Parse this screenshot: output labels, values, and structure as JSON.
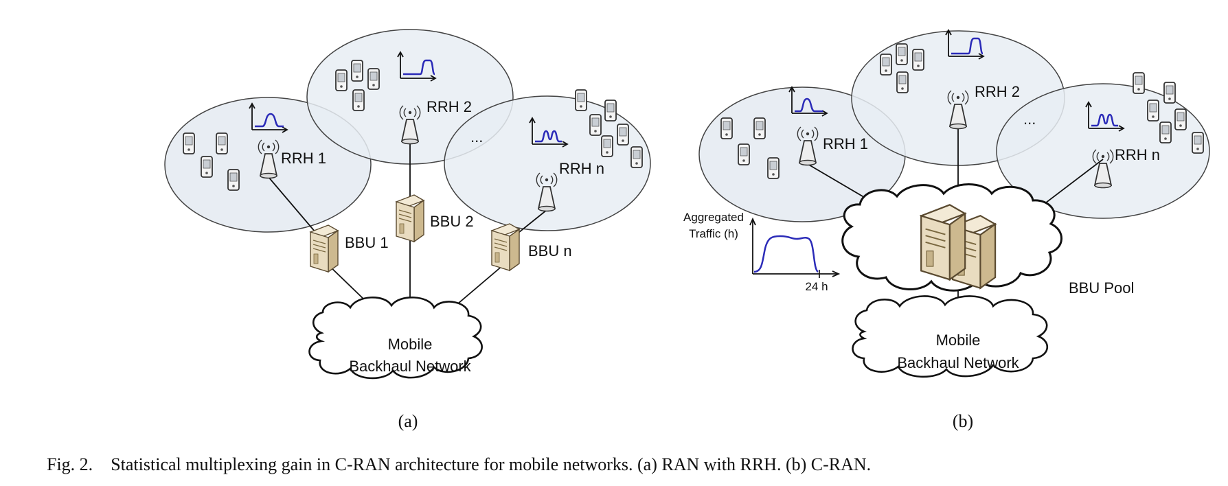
{
  "panel_a": {
    "sublabel": "(a)",
    "rrh_labels": [
      "RRH 1",
      "RRH 2",
      "RRH n"
    ],
    "ellipsis": "...",
    "bbu_labels": [
      "BBU 1",
      "BBU 2",
      "BBU n"
    ],
    "cloud_line1": "Mobile",
    "cloud_line2": "Backhaul Network"
  },
  "panel_b": {
    "sublabel": "(b)",
    "rrh_labels": [
      "RRH 1",
      "RRH 2",
      "RRH n"
    ],
    "ellipsis": "...",
    "pool_label": "BBU Pool",
    "cloud_line1": "Mobile",
    "cloud_line2": "Backhaul Network",
    "traffic_title_line1": "Aggregated",
    "traffic_title_line2": "Traffic (h)",
    "traffic_xlabel": "24 h"
  },
  "caption": {
    "label": "Fig. 2.",
    "text": "Statistical multiplexing gain in C-RAN architecture for mobile networks. (a) RAN with RRH. (b) C-RAN."
  },
  "colors": {
    "cell_fill": "#e8edf3",
    "traffic_curve": "#2b2bb8",
    "server_fill": "#e9dcc0"
  }
}
